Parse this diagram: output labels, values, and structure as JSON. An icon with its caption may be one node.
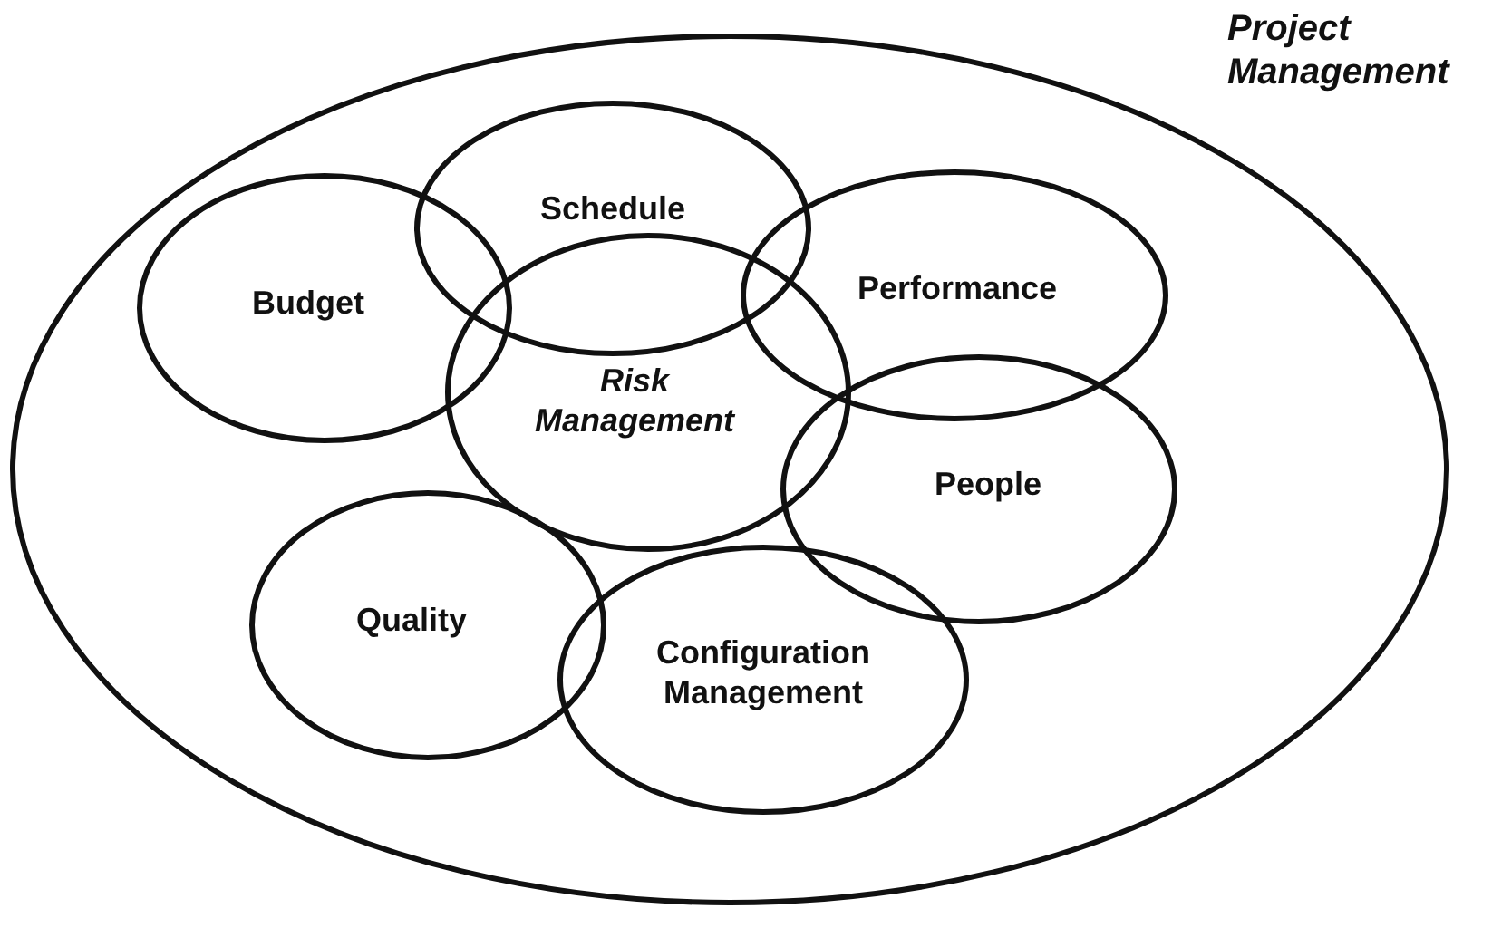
{
  "diagram": {
    "nodes": [
      {
        "text": [
          "Project Management"
        ]
      },
      {
        "text": [
          "Schedule"
        ],
        "in": 0
      },
      {
        "text": [
          "Performance"
        ],
        "in": 0
      },
      {
        "text": [
          "Budget"
        ],
        "in": 0
      },
      {
        "text": [
          "Risk Management"
        ],
        "in": 0
      },
      {
        "text": [
          "People"
        ],
        "in": 0
      },
      {
        "text": [
          "Quality"
        ],
        "in": 0
      },
      {
        "text": [
          "Configuration Management"
        ],
        "in": 0
      }
    ],
    "edges": []
  }
}
